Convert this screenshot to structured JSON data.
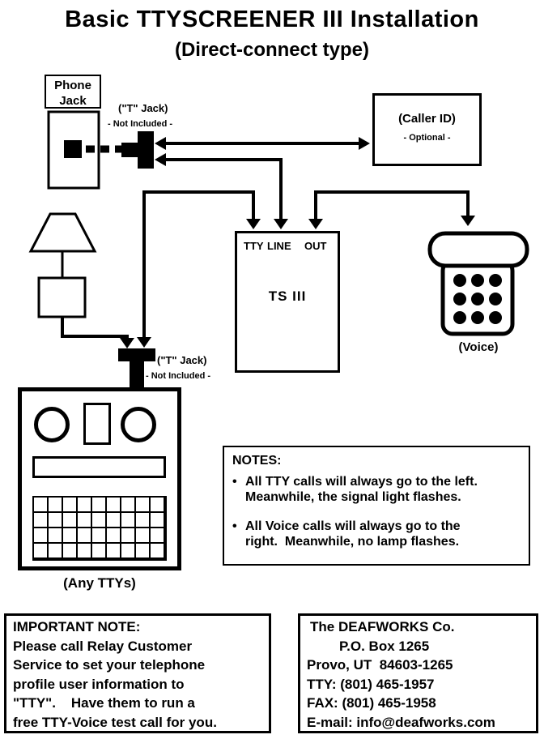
{
  "title": "Basic TTYSCREENER III Installation",
  "subtitle": "(Direct-connect type)",
  "phone_jack": {
    "line1": "Phone",
    "line2": "Jack"
  },
  "t_jack_top": {
    "label": "(\"T\" Jack)",
    "note": "- Not Included -"
  },
  "t_jack_bottom": {
    "label": "(\"T\" Jack)",
    "note": "- Not Included -"
  },
  "caller_id": {
    "label": "(Caller ID)",
    "note": "- Optional -"
  },
  "ts3": {
    "port_tty": "TTY",
    "port_line": "LINE",
    "port_out": "OUT",
    "name": "TS III"
  },
  "voice_label": "(Voice)",
  "tty_label": "(Any TTYs)",
  "notes": {
    "heading": "NOTES:",
    "bullet": "•",
    "items": [
      {
        "line1": "All TTY calls will always go to the left.",
        "line2": "Meanwhile, the signal light flashes."
      },
      {
        "line1": "All Voice calls will always go to the",
        "line2": "right.  Meanwhile, no lamp flashes."
      }
    ]
  },
  "important_note": {
    "lines": [
      "IMPORTANT NOTE:",
      "Please call Relay Customer",
      "Service to set your telephone",
      "profile user information to",
      "\"TTY\".    Have them to run a",
      "free TTY-Voice test call for you."
    ]
  },
  "contact": {
    "lines": [
      "The DEAFWORKS Co.",
      "P.O. Box 1265",
      "Provo, UT  84603-1265",
      "TTY: (801) 465-1957",
      "FAX: (801) 465-1958",
      "E-mail: info@deafworks.com"
    ]
  },
  "colors": {
    "ink": "#000000",
    "paper": "#ffffff"
  }
}
